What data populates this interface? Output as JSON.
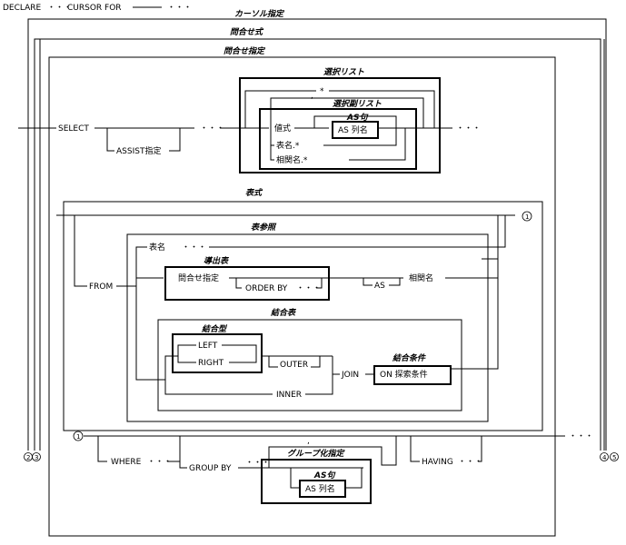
{
  "header": {
    "declare": "DECLARE",
    "cursor_for": "CURSOR FOR"
  },
  "ellipsis": "・・・",
  "dots_center": "・・・",
  "sections": {
    "cursor_spec": "カーソル指定",
    "query_expr": "問合せ式",
    "query_spec": "問合せ指定",
    "select_list": "選択リスト",
    "select_sublist": "選択副リスト",
    "table_expr": "表式",
    "table_ref": "表参照",
    "derived_table": "導出表",
    "joined_table": "結合表",
    "join_type": "結合型",
    "join_condition": "結合条件",
    "grouping_spec": "グループ化指定",
    "as_clause": "AS句"
  },
  "keywords": {
    "select": "SELECT",
    "assist": "ASSIST指定",
    "star": "*",
    "value_expr": "値式",
    "table_star": "表名.*",
    "corr_star": "相関名.*",
    "as_colname": "AS  列名",
    "from": "FROM",
    "table_name": "表名",
    "query_spec_kw": "問合せ指定",
    "order_by": "ORDER BY",
    "as": "AS",
    "corr_name": "相関名",
    "left": "LEFT",
    "right": "RIGHT",
    "outer": "OUTER",
    "inner": "INNER",
    "join": "JOIN",
    "on_search": "ON  探索条件",
    "where": "WHERE",
    "group_by": "GROUP  BY",
    "having": "HAVING",
    "comma": ","
  },
  "markers": {
    "one": "1",
    "two": "2",
    "three": "3",
    "four": "4",
    "five": "5"
  }
}
